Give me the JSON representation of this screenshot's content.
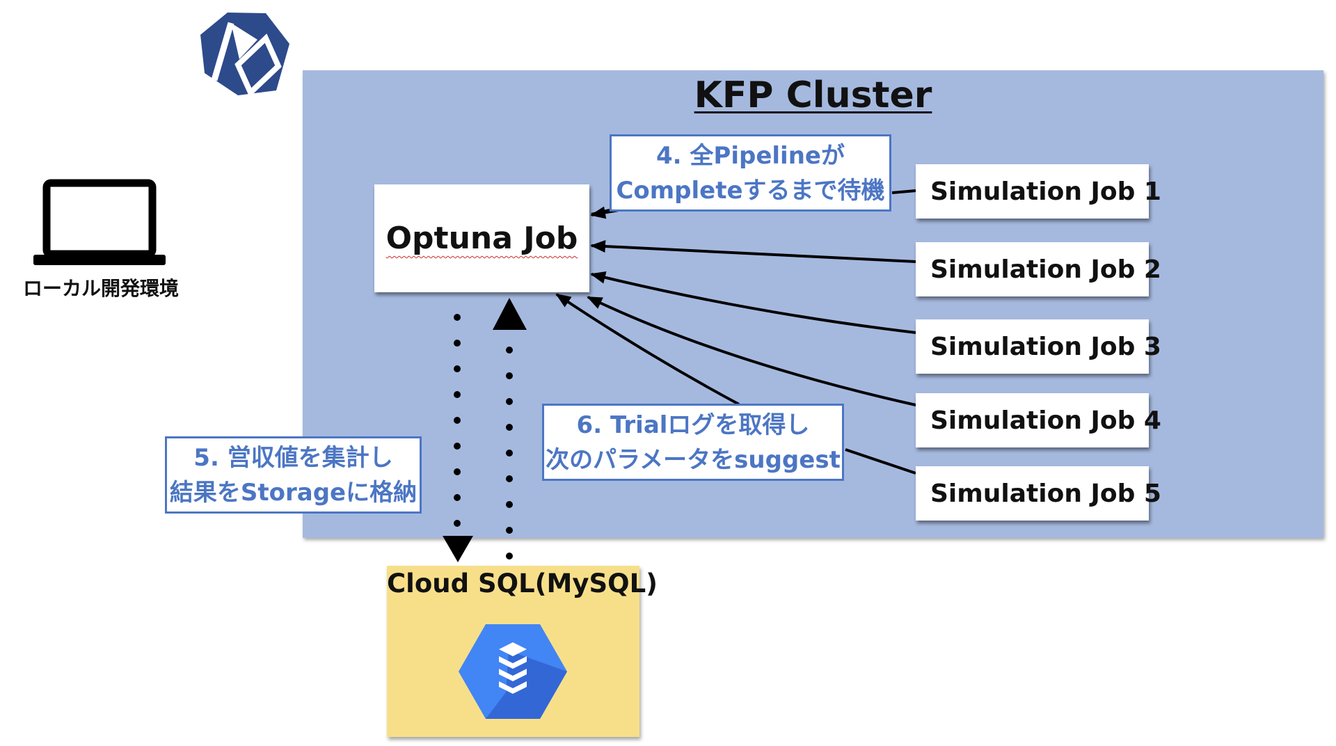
{
  "cluster": {
    "title": "KFP Cluster"
  },
  "optuna_job": {
    "label": "Optuna Job"
  },
  "simulation_jobs": [
    {
      "label": "Simulation Job 1"
    },
    {
      "label": "Simulation Job 2"
    },
    {
      "label": "Simulation Job 3"
    },
    {
      "label": "Simulation Job 4"
    },
    {
      "label": "Simulation Job 5"
    }
  ],
  "callouts": {
    "step4": {
      "line1": "4. 全Pipelineが",
      "line2": "Completeするまで待機"
    },
    "step5": {
      "line1": "5. 営収値を集計し",
      "line2": "結果をStorageに格納"
    },
    "step6": {
      "line1": "6. Trialログを取得し",
      "line2": "次のパラメータをsuggest"
    }
  },
  "cloud_sql": {
    "title": "Cloud SQL(MySQL)",
    "icon": "cloud-sql-icon"
  },
  "local_env": {
    "label": "ローカル開発環境",
    "icon": "laptop-icon"
  },
  "logo": {
    "icon": "kubeflow-logo"
  },
  "colors": {
    "cluster_bg": "#a5b9df",
    "callout_text": "#4c76c4",
    "sql_bg": "#f7df8a",
    "logo": "#2d4a8a",
    "sql_icon_light": "#4285f4",
    "sql_icon_dark": "#3367d6"
  }
}
